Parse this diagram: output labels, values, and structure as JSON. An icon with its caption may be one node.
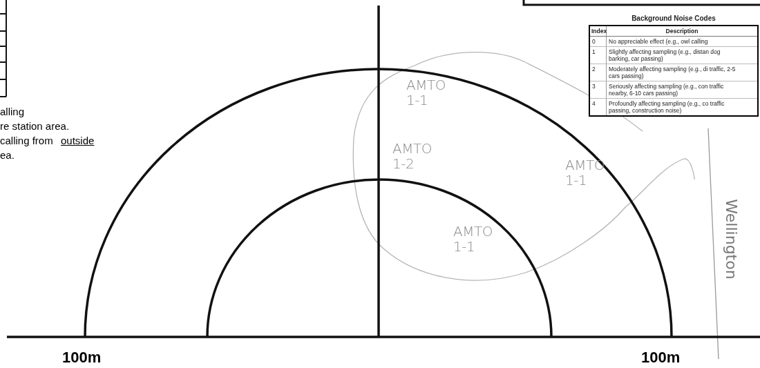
{
  "diagram": {
    "labels": [
      "alling",
      "re station area.",
      "calling from",
      "outside",
      "ea.",
      "Background Noise Codes",
      "Index",
      "Description",
      "0",
      "No appreciable effect (e.g., owl calling",
      "1",
      "Slightly affecting sampling (e.g., distan dog barking, car passing)",
      "2",
      "Moderately affecting sampling (e.g., di traffic, 2-5 cars passing)",
      "3",
      "Seriously affecting sampling (e.g., con traffic nearby, 6-10 cars passing)",
      "4",
      "Profoundly affecting sampling (e.g., co traffic passing, construction noise)",
      "AMTO 1-1",
      "AMTO 1-2",
      "AMTO 1-1",
      "AMTO 1-1",
      "Wellington",
      "100m",
      "100m"
    ]
  }
}
